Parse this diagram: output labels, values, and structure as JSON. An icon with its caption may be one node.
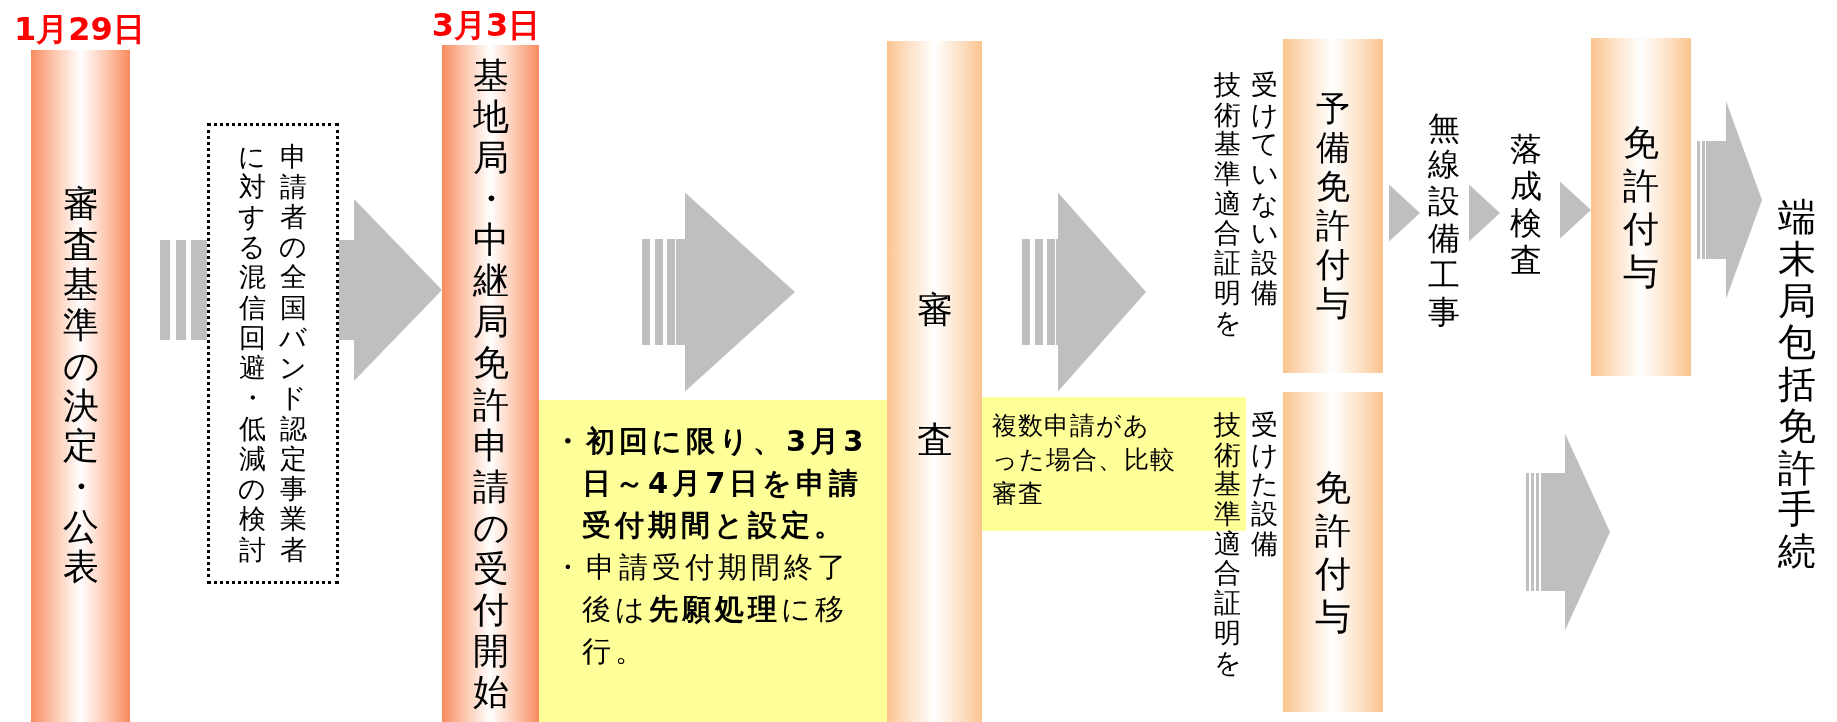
{
  "diagram": {
    "nodes": [
      {
        "text": [
          "審査基準の決定・公表"
        ],
        "beside": [
          "1月29日"
        ]
      },
      {
        "text": [
          "申請者の全国バンド認定事業者に対する混信回避・低減の検討"
        ]
      },
      {
        "text": [
          "基地局・中継局免許申請の受付開始"
        ],
        "beside": [
          "3月3日"
        ]
      },
      {
        "text": [
          "・初回に限り、**3月3日～4月7日**を**申請受付期間**と設定。",
          "・申請受付期間終了後は**先願処理**に移行。"
        ]
      },
      {
        "text": [
          "審査"
        ]
      },
      {
        "text": [
          "複数申請があった場合、比較審査"
        ]
      },
      {
        "text": [
          "予備免許付与"
        ],
        "beside": [
          "技術基準適合証明を受けていない設備"
        ]
      },
      {
        "text": [
          "免許付与"
        ],
        "beside": [
          "技術基準適合証明を受けた設備"
        ]
      },
      {
        "text": [
          "無線設備工事"
        ]
      },
      {
        "text": [
          "落成検査"
        ]
      },
      {
        "text": [
          "免許付与"
        ]
      },
      {
        "text": [
          "端末局包括免許手続"
        ]
      }
    ],
    "edges": [
      {
        "from": 0,
        "to": 1,
        "arrow": "none"
      },
      {
        "from": 1,
        "to": 2,
        "arrow": "to"
      },
      {
        "from": 2,
        "to": 4,
        "arrow": "to"
      },
      {
        "from": 4,
        "to": 6,
        "arrow": "to"
      },
      {
        "from": 4,
        "to": 7,
        "arrow": "to"
      },
      {
        "from": 6,
        "to": 8,
        "arrow": "to"
      },
      {
        "from": 8,
        "to": 9,
        "arrow": "to"
      },
      {
        "from": 9,
        "to": 10,
        "arrow": "to"
      },
      {
        "from": 10,
        "to": 11,
        "arrow": "to"
      },
      {
        "from": 7,
        "to": 11,
        "arrow": "to"
      }
    ]
  }
}
